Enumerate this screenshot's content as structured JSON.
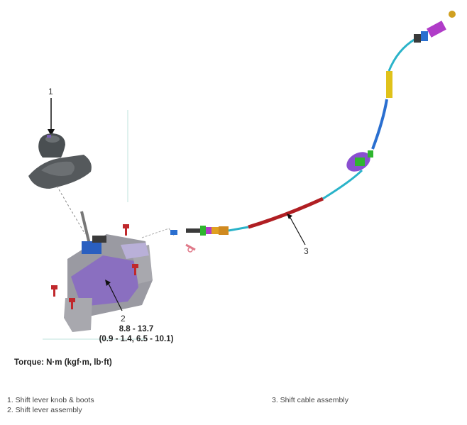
{
  "callouts": {
    "c1": "1",
    "c2": "2",
    "c3": "3"
  },
  "torque": {
    "value_nm": "8.8 - 13.7",
    "value_alt": "(0.9 - 1.4, 6.5 - 10.1)",
    "title": "Torque: N·m (kgf·m, lb·ft)"
  },
  "legend": {
    "items": [
      "1. Shift lever knob & boots",
      "2. Shift lever assembly",
      "3. Shift cable assembly"
    ]
  },
  "colors": {
    "knob": "#4a4f52",
    "lever_body": "#9a9aa2",
    "lever_purple": "#8a6fc0",
    "bolt": "#c0282c",
    "cable_red": "#b01e22",
    "cable_cyan": "#2ab3c9",
    "cable_blue": "#2a6fd0",
    "cable_yellow": "#e0c21a",
    "cable_magenta": "#b03cc8",
    "cable_green": "#2fb52f"
  }
}
